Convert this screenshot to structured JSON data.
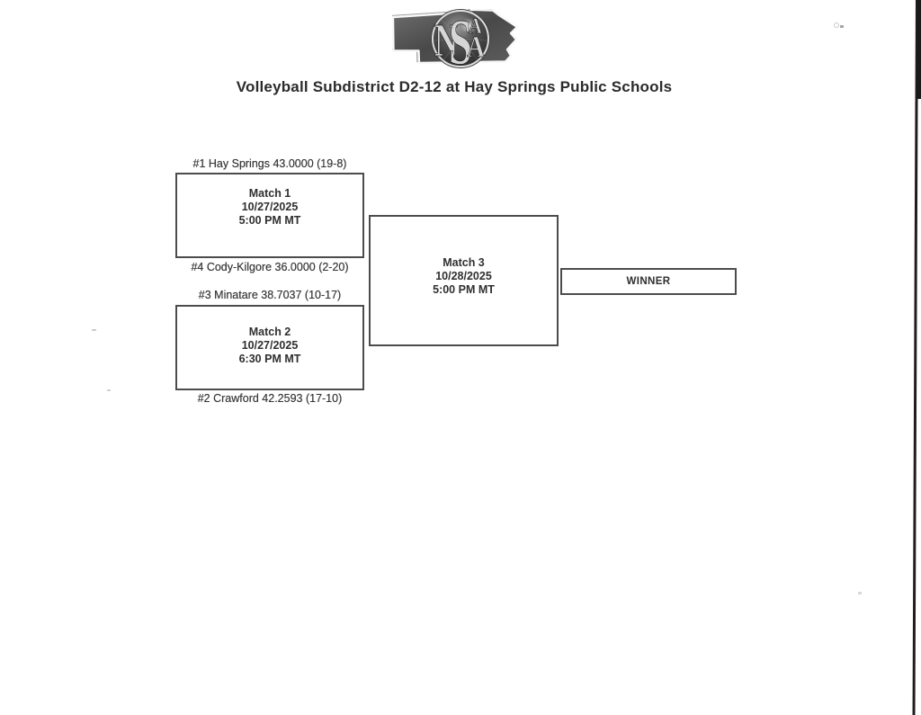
{
  "page": {
    "title": "Volleyball Subdistrict D2-12 at Hay Springs Public Schools"
  },
  "logo": {
    "name": "NSAA Nebraska logo",
    "letters": [
      "N",
      "S",
      "A",
      "A"
    ]
  },
  "bracket": {
    "matches": [
      {
        "name": "Match 1",
        "date": "10/27/2025",
        "time": "5:00 PM MT"
      },
      {
        "name": "Match 2",
        "date": "10/27/2025",
        "time": "6:30 PM MT"
      },
      {
        "name": "Match 3",
        "date": "10/28/2025",
        "time": "5:00 PM MT"
      }
    ],
    "seeds": {
      "m1_top": "#1 Hay Springs 43.0000 (19-8)",
      "m1_bottom": "#4 Cody-Kilgore 36.0000 (2-20)",
      "m2_top": "#3 Minatare 38.7037 (10-17)",
      "m2_bottom": "#2 Crawford 42.2593 (17-10)"
    },
    "winner_label": "WINNER"
  },
  "colors": {
    "ink": "#2f2f2f",
    "box_border": "#4c4c4c",
    "page_bg": "#ffffff",
    "scan_edge": "#1e1e1e",
    "logo_dark": "#4a4a4a"
  }
}
